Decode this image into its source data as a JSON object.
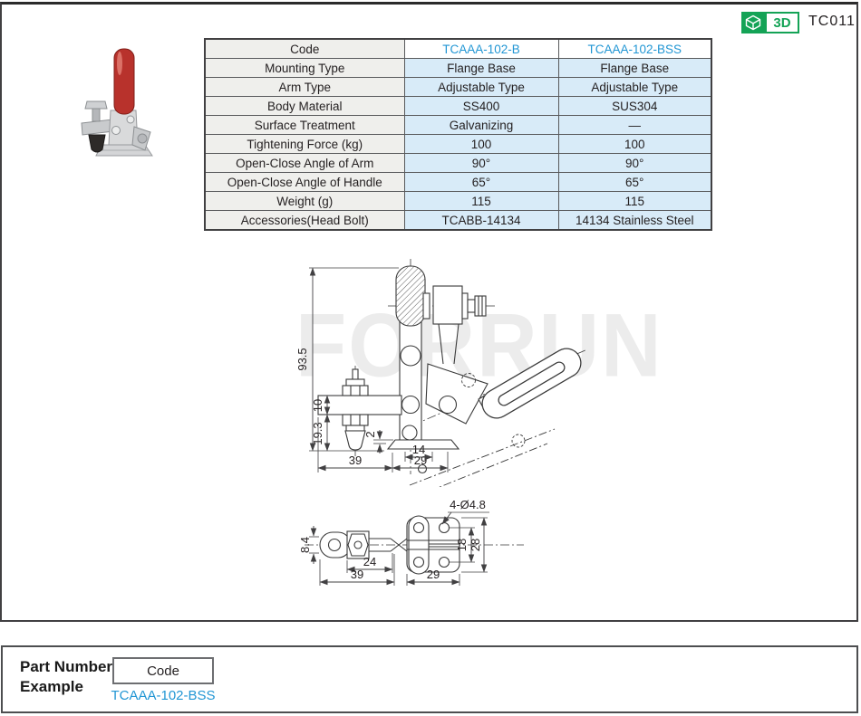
{
  "header": {
    "badge_3d_label": "3D",
    "page_code": "TC011"
  },
  "table": {
    "rows": [
      {
        "label": "Code",
        "col1": "TCAAA-102-B",
        "col2": "TCAAA-102-BSS"
      },
      {
        "label": "Mounting Type",
        "col1": "Flange Base",
        "col2": "Flange Base"
      },
      {
        "label": "Arm Type",
        "col1": "Adjustable Type",
        "col2": "Adjustable Type"
      },
      {
        "label": "Body Material",
        "col1": "SS400",
        "col2": "SUS304"
      },
      {
        "label": "Surface Treatment",
        "col1": "Galvanizing",
        "col2": "—"
      },
      {
        "label": "Tightening Force (kg)",
        "col1": "100",
        "col2": "100"
      },
      {
        "label": "Open-Close Angle of Arm",
        "col1": "90°",
        "col2": "90°"
      },
      {
        "label": "Open-Close  Angle of Handle",
        "col1": "65°",
        "col2": "65°"
      },
      {
        "label": "Weight (g)",
        "col1": "115",
        "col2": "115"
      },
      {
        "label": "Accessories(Head Bolt)",
        "col1": "TCABB-14134",
        "col2": "14134 Stainless Steel"
      }
    ]
  },
  "watermark": "FORRUN",
  "front_view": {
    "dims": {
      "overall_height": "93.5",
      "arm_thickness": "10",
      "under_arm_height": "19.3",
      "base_step": "2",
      "arm_reach": "39",
      "hole_pitch": "14",
      "base_width": "29"
    }
  },
  "top_view": {
    "dims": {
      "arm_width": "8.4",
      "nut_length": "24",
      "arm_length": "39",
      "base_width": "29",
      "hole_pitch_v": "18",
      "base_depth": "28",
      "hole_callout": "4-Ø4.8"
    }
  },
  "part_number_example": {
    "title_line1": "Part Number",
    "title_line2": "Example",
    "code_box_label": "Code",
    "example_code": "TCAAA-102-BSS"
  },
  "colors": {
    "accent_blue": "#2196d4",
    "badge_green": "#14a356",
    "cell_blue": "#d8ebf8",
    "cell_gray": "#efefec",
    "frame_gray": "#414042"
  }
}
